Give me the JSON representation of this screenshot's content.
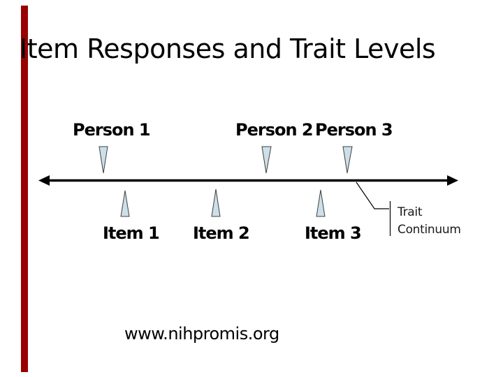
{
  "slide": {
    "title": "Item Responses and Trait Levels",
    "footer": "www.nihpromis.org"
  },
  "persons": [
    {
      "label": "Person 1"
    },
    {
      "label": "Person 2"
    },
    {
      "label": "Person 3"
    }
  ],
  "items": [
    {
      "label": "Item 1"
    },
    {
      "label": "Item 2"
    },
    {
      "label": "Item 3"
    }
  ],
  "trait_continuum": {
    "line1": "Trait",
    "line2": "Continuum"
  },
  "icons": {
    "person_marker": "down-wedge-icon",
    "item_marker": "up-wedge-icon",
    "axis": "double-arrow-line"
  },
  "colors": {
    "accent_bar": "#990000",
    "marker_fill": "#cddfe8",
    "marker_stroke": "#404040",
    "axis_line": "#000000",
    "callout_line": "#000000"
  }
}
